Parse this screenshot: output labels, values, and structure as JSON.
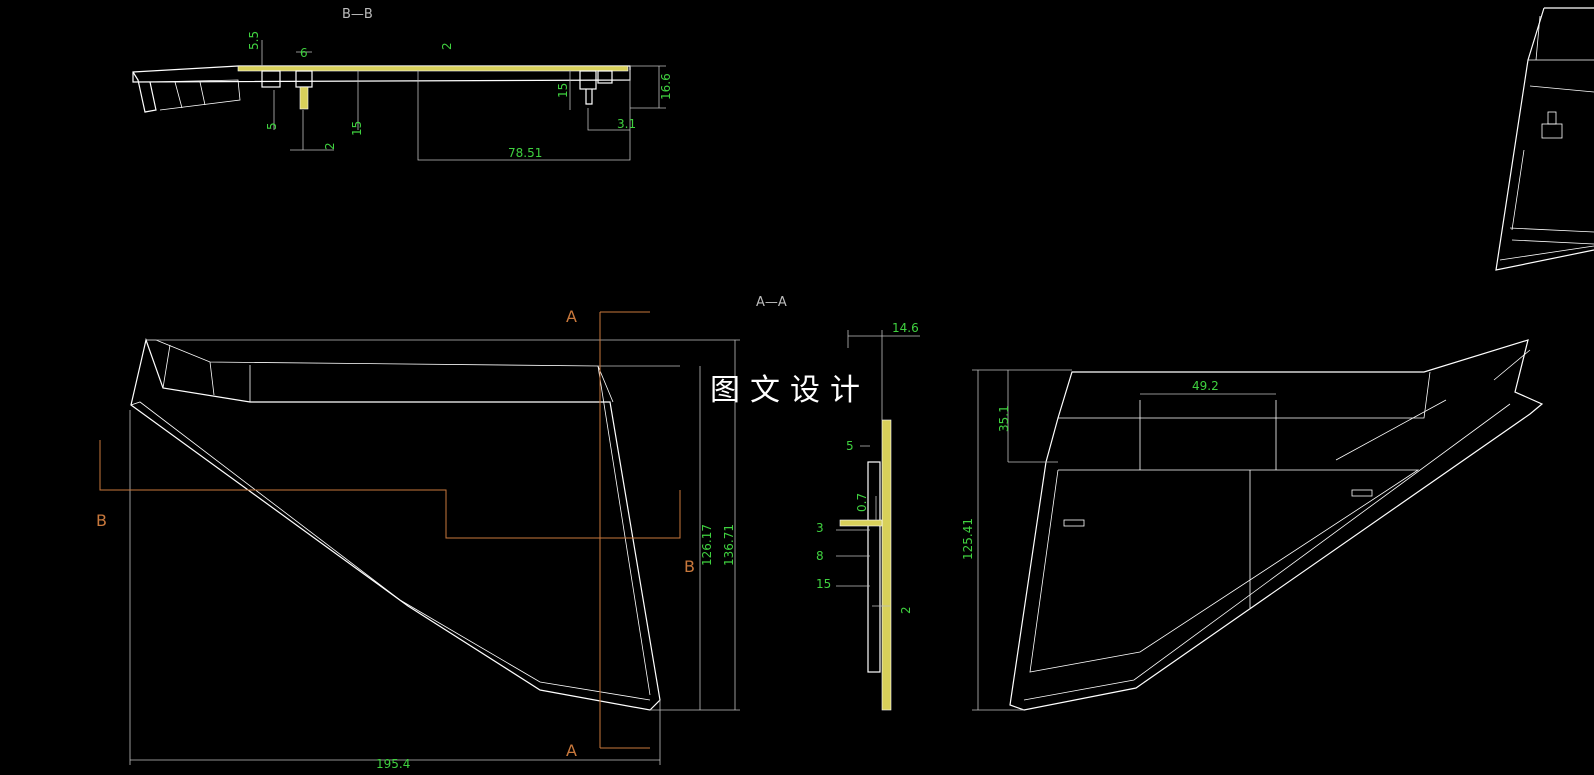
{
  "labels": {
    "section_bb": "B—B",
    "section_aa": "A—A",
    "cut_a_top": "A",
    "cut_a_bottom": "A",
    "cut_b_left": "B",
    "cut_b_right": "B",
    "watermark": "图文设计"
  },
  "dims_bb": {
    "d1": "5.5",
    "d2": "6",
    "d3": "2",
    "d4": "16.6",
    "d5": "15",
    "d6": "5",
    "d7": "15",
    "d8": "2",
    "d9": "3.1",
    "d10": "78.51"
  },
  "dims_main": {
    "width": "195.4",
    "h1": "126.17",
    "h2": "136.71"
  },
  "dims_aa": {
    "top": "14.6",
    "a1": "5",
    "a2": "0.7",
    "a3": "3",
    "a4": "8",
    "a5": "15",
    "a6": "2"
  },
  "dims_right": {
    "height": "125.41",
    "h_top": "35.1",
    "w_top": "49.2"
  },
  "colors": {
    "background": "#000000",
    "geometry": "#ffffff",
    "dimension_text": "#3fd13f",
    "cut_line": "#c8783c",
    "hatch": "#d8d05a"
  }
}
